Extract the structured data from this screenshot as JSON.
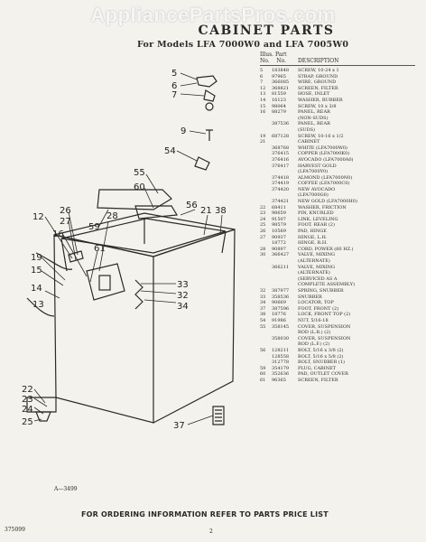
{
  "watermark": "AppliancePartsPros.com",
  "title": "CABINET PARTS",
  "subtitle": "For Models LFA 7000W0 and LFA 7005W0",
  "table": {
    "header_line1": "Illus. Part",
    "header_no": "No.",
    "header_no2": "No.",
    "header_desc": "DESCRIPTION",
    "rows": [
      {
        "ref": "5",
        "pn": "183848",
        "desc": "SCREW, 10-24 x 1"
      },
      {
        "ref": "6",
        "pn": "97965",
        "desc": "STRAP, GROUND"
      },
      {
        "ref": "7",
        "pn": "366085",
        "desc": "WIRE, GROUND"
      },
      {
        "ref": "12",
        "pn": "368821",
        "desc": "SCREEN, FILTER"
      },
      {
        "ref": "13",
        "pn": "81559",
        "desc": "HOSE, INLET"
      },
      {
        "ref": "14",
        "pn": "16123",
        "desc": "WASHER, RUBBER"
      },
      {
        "ref": "15",
        "pn": "98064",
        "desc": "SCREW, 10 x 3/8"
      },
      {
        "ref": "16",
        "pn": "88279",
        "desc": "PANEL, REAR"
      },
      {
        "ref": "",
        "pn": "",
        "desc": "(NON-SUDS)"
      },
      {
        "ref": "",
        "pn": "387536",
        "desc": "PANEL, REAR"
      },
      {
        "ref": "",
        "pn": "",
        "desc": "(SUDS)"
      },
      {
        "ref": "19",
        "pn": "687128",
        "desc": "SCREW, 10-16 x 1/2"
      },
      {
        "ref": "21",
        "pn": "",
        "desc": "CABINET"
      },
      {
        "ref": "",
        "pn": "368768",
        "desc": "WHITE (LFA7000W0)"
      },
      {
        "ref": "",
        "pn": "376415",
        "desc": "COPPER (LFA7000K0)"
      },
      {
        "ref": "",
        "pn": "376416",
        "desc": "AVOCADO (LFA7000A0)"
      },
      {
        "ref": "",
        "pn": "376417",
        "desc": "HARVEST GOLD"
      },
      {
        "ref": "",
        "pn": "",
        "desc": "(LFA7000Y0)"
      },
      {
        "ref": "",
        "pn": "374418",
        "desc": "ALMOND (LFA7000N0)"
      },
      {
        "ref": "",
        "pn": "374419",
        "desc": "COFFEE (LFA7000C0)"
      },
      {
        "ref": "",
        "pn": "374420",
        "desc": "NEW AVOCADO"
      },
      {
        "ref": "",
        "pn": "",
        "desc": "(LFA7000G0)"
      },
      {
        "ref": "",
        "pn": "374421",
        "desc": "NEW GOLD (LFA7000H0)"
      },
      {
        "ref": "22",
        "pn": "68411",
        "desc": "WASHER, FRICTION"
      },
      {
        "ref": "23",
        "pn": "98659",
        "desc": "PIN, KNURLED"
      },
      {
        "ref": "24",
        "pn": "91507",
        "desc": "LINK, LEVELING"
      },
      {
        "ref": "25",
        "pn": "98579",
        "desc": "FOOT, REAR (2)"
      },
      {
        "ref": "26",
        "pn": "10569",
        "desc": "PAD, HINGE"
      },
      {
        "ref": "27",
        "pn": "90937",
        "desc": "HINGE, L.H."
      },
      {
        "ref": "",
        "pn": "18772",
        "desc": "HINGE, R.H."
      },
      {
        "ref": "28",
        "pn": "90897",
        "desc": "CORD, POWER (60 HZ.)"
      },
      {
        "ref": "30",
        "pn": "366427",
        "desc": "VALVE, MIXING"
      },
      {
        "ref": "",
        "pn": "",
        "desc": "(ALTERNATE)"
      },
      {
        "ref": "",
        "pn": "366211",
        "desc": "VALVE, MIXING"
      },
      {
        "ref": "",
        "pn": "",
        "desc": "(ALTERNATE)"
      },
      {
        "ref": "",
        "pn": "",
        "desc": "(SERVICED AS A"
      },
      {
        "ref": "",
        "pn": "",
        "desc": "COMPLETE ASSEMBLY)"
      },
      {
        "ref": "32",
        "pn": "387977",
        "desc": "SPRING, SNUBBER"
      },
      {
        "ref": "33",
        "pn": "358536",
        "desc": "SNUBBER"
      },
      {
        "ref": "34",
        "pn": "90669",
        "desc": "LOCATOR, TOP"
      },
      {
        "ref": "37",
        "pn": "387596",
        "desc": "FOOT, FRONT (2)"
      },
      {
        "ref": "38",
        "pn": "18776",
        "desc": "LOCK, FRONT TOP (2)"
      },
      {
        "ref": "54",
        "pn": "91986",
        "desc": "NUT, 5/16-18"
      },
      {
        "ref": "55",
        "pn": "358145",
        "desc": "COVER, SUSPENSION"
      },
      {
        "ref": "",
        "pn": "",
        "desc": "ROD (L.R.) (2)"
      },
      {
        "ref": "",
        "pn": "358030",
        "desc": "COVER, SUSPENSION"
      },
      {
        "ref": "",
        "pn": "",
        "desc": "ROD (L.F.) (2)"
      },
      {
        "ref": "56",
        "pn": "128211",
        "desc": "BOLT, 5/16 x 3/8 (2)"
      },
      {
        "ref": "",
        "pn": "128558",
        "desc": "BOLT, 5/16 x 5/8 (2)"
      },
      {
        "ref": "",
        "pn": "312778",
        "desc": "BOLT, SNUBBER (1)"
      },
      {
        "ref": "59",
        "pn": "354179",
        "desc": "PLUG, CABINET"
      },
      {
        "ref": "60",
        "pn": "352636",
        "desc": "PAD, OUTLET COVER"
      },
      {
        "ref": "61",
        "pn": "96365",
        "desc": "SCREEN, FILTER"
      }
    ]
  },
  "callouts": {
    "c5": "5",
    "c6": "6",
    "c7": "7",
    "c9": "9",
    "c54": "54",
    "c55": "55",
    "c60": "60",
    "c59": "59",
    "c56": "56",
    "c21": "21",
    "c38": "38",
    "c12": "12",
    "c26": "26",
    "c27": "27",
    "c28": "28",
    "c16": "16",
    "c19": "19",
    "c15": "15",
    "c14": "14",
    "c13": "13",
    "c61": "61",
    "c33": "33",
    "c32": "32",
    "c34": "34",
    "c22": "22",
    "c23": "23",
    "c24": "24",
    "c25": "25",
    "c37": "37"
  },
  "art_no": "A—3499",
  "footer": "FOR ORDERING INFORMATION REFER TO PARTS PRICE LIST",
  "doc_code": "375099",
  "page_no": "2"
}
